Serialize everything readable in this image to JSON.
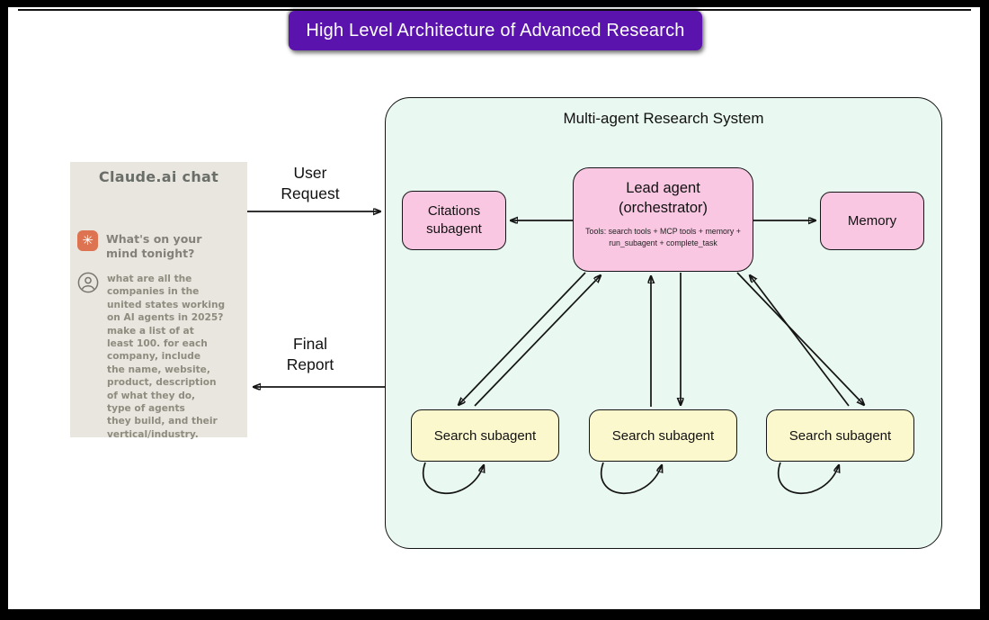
{
  "title_banner": {
    "text": "High Level Architecture of Advanced Research"
  },
  "chat_panel": {
    "title": "Claude.ai chat",
    "assistant_heading": "What's on your\nmind tonight?",
    "user_message": "what are all the\ncompanies in the\nunited states working\non AI agents in 2025?\nmake a list of at\nleast 100. for each\ncompany, include\nthe name, website,\nproduct, description\nof what they do,\ntype of agents\nthey build, and their\nvertical/industry.",
    "assistant_icon_glyph": "✳"
  },
  "flows": {
    "user_request": "User\nRequest",
    "final_report": "Final\nReport"
  },
  "system_box": {
    "title": "Multi-agent Research System",
    "citations": {
      "label": "Citations\nsubagent"
    },
    "lead_agent": {
      "title": "Lead agent\n(orchestrator)",
      "tools": "Tools: search tools + MCP tools + memory +\nrun_subagent + complete_task"
    },
    "memory": {
      "label": "Memory"
    },
    "search_subagents": [
      {
        "label": "Search subagent"
      },
      {
        "label": "Search subagent"
      },
      {
        "label": "Search subagent"
      }
    ]
  },
  "colors": {
    "banner_purple": "#5b13ae",
    "node_pink": "#f9c7e2",
    "node_yellow": "#fbf8cd",
    "system_mint": "#e9f8f0",
    "chat_beige": "#e9e6df",
    "claude_orange": "#dd7350",
    "line_black": "#141414"
  }
}
